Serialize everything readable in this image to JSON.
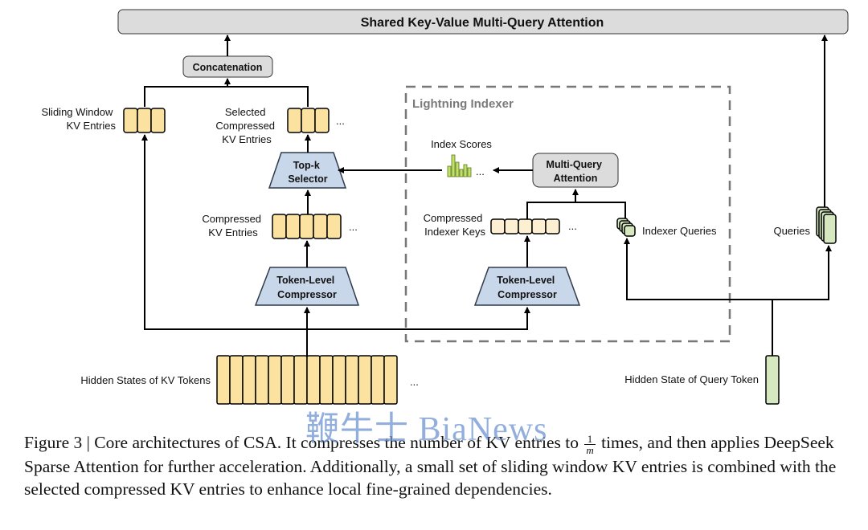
{
  "title": "Shared Key-Value Multi-Query Attention",
  "concatenation": "Concatenation",
  "sliding_window": [
    "Sliding Window",
    "KV Entries"
  ],
  "selected_compressed": [
    "Selected",
    "Compressed",
    "KV Entries"
  ],
  "topk": [
    "Top-k",
    "Selector"
  ],
  "compressed_kv": [
    "Compressed",
    "KV Entries"
  ],
  "compressor": [
    "Token-Level",
    "Compressor"
  ],
  "hidden_states_kv": "Hidden States of KV Tokens",
  "indexer_title": "Lightning Indexer",
  "index_scores": "Index Scores",
  "mqa": [
    "Multi-Query",
    "Attention"
  ],
  "compressed_indexer_keys": [
    "Compressed",
    "Indexer Keys"
  ],
  "indexer_queries": "Indexer Queries",
  "queries": "Queries",
  "hidden_state_query": "Hidden State of Query Token",
  "ellipsis": "...",
  "colors": {
    "cell_fill": "#fbe2a0",
    "trapezoid_fill": "#c9d7ea",
    "query_fill": "#d5e8c0",
    "bar_fill": "#c2e06a",
    "gray_box": "#dcdcdc"
  },
  "caption": {
    "part1": "Figure 3 | Core architectures of CSA. It compresses the number of KV entries to",
    "frac_num": "1",
    "frac_den": "m",
    "part2": "times, and then applies DeepSeek Sparse Attention for further acceleration. Additionally, a small set of sliding window KV entries is combined with the selected compressed KV entries to enhance local fine-grained dependencies."
  },
  "watermark": "鞭牛士 BiaNews"
}
